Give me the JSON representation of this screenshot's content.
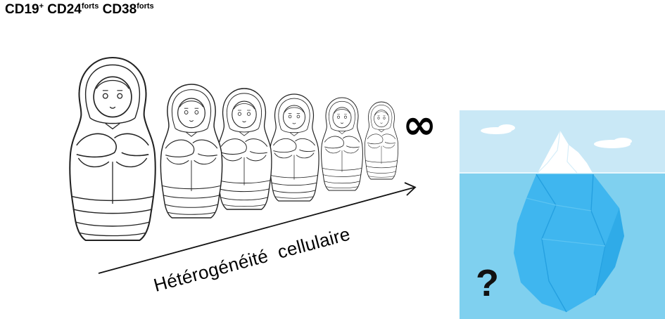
{
  "title": {
    "m1": "CD19",
    "s1": "+",
    "m2": " CD24",
    "s2": "forts",
    "m3": " CD38",
    "s3": "forts"
  },
  "symbol": "∞",
  "axis_label": "Hétérogénéité  cellulaire",
  "question_mark": "?",
  "colors": {
    "sky": "#c7e6f4",
    "water": "#7ccfee",
    "ice": "#3ab4ee",
    "ice_dark": "#1c95d8",
    "snow": "#ffffff"
  },
  "doll_count": 6,
  "icons": [
    "matryoshka-doll-icon",
    "iceberg-icon",
    "arrow-icon"
  ]
}
